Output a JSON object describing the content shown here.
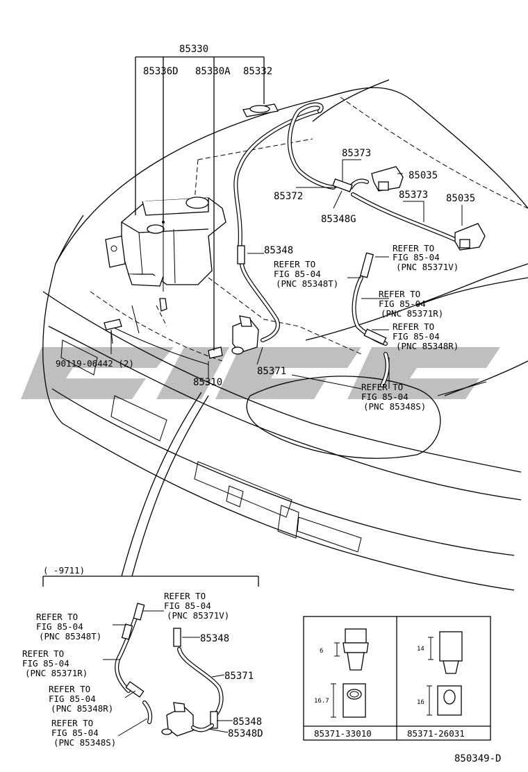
{
  "labels": {
    "p85330": "85330",
    "p85336d": "85336D",
    "p85330a": "85330A",
    "p85332": "85332",
    "p85373_a": "85373",
    "p85035_a": "85035",
    "p85372": "85372",
    "p85373_b": "85373",
    "p85035_b": "85035",
    "p85348g": "85348G",
    "p85348_main": "85348",
    "p90119": "90119-06442 (2)",
    "p85371_main": "85371",
    "p85310": "85310",
    "p85348_lower": "85348",
    "p85371_lower": "85371",
    "p85348_lower2": "85348",
    "p85348d": "85348D",
    "range_note": "(      -9711)",
    "diagram_code": "850349-D"
  },
  "refers": {
    "r1": [
      "REFER TO",
      "FIG 85-04",
      "(PNC 85371V)"
    ],
    "r2": [
      "REFER TO",
      "FIG 85-04",
      "(PNC 85348T)"
    ],
    "r3": [
      "REFER TO",
      "FIG 85-04",
      "(PNC 85371R)"
    ],
    "r4": [
      "REFER TO",
      "FIG 85-04",
      "(PNC 85348R)"
    ],
    "r5": [
      "REFER TO",
      "FIG 85-04",
      "(PNC 85348S)"
    ],
    "lr1": [
      "REFER TO",
      "FIG 85-04",
      "(PNC 85371V)"
    ],
    "lr2": [
      "REFER TO",
      "FIG 85-04",
      "(PNC 85348T)"
    ],
    "lr3": [
      "REFER TO",
      "FIG 85-04",
      "(PNC 85371R)"
    ],
    "lr4": [
      "REFER TO",
      "FIG 85-04",
      "(PNC 85348R)"
    ],
    "lr5": [
      "REFER TO",
      "FIG 85-04",
      "(PNC 85348S)"
    ]
  },
  "inset": {
    "left_part": "85371-33010",
    "right_part": "85371-26031",
    "dim_left_top": "6",
    "dim_left_bottom": "16.7",
    "dim_right_top": "14",
    "dim_right_bottom": "16"
  }
}
